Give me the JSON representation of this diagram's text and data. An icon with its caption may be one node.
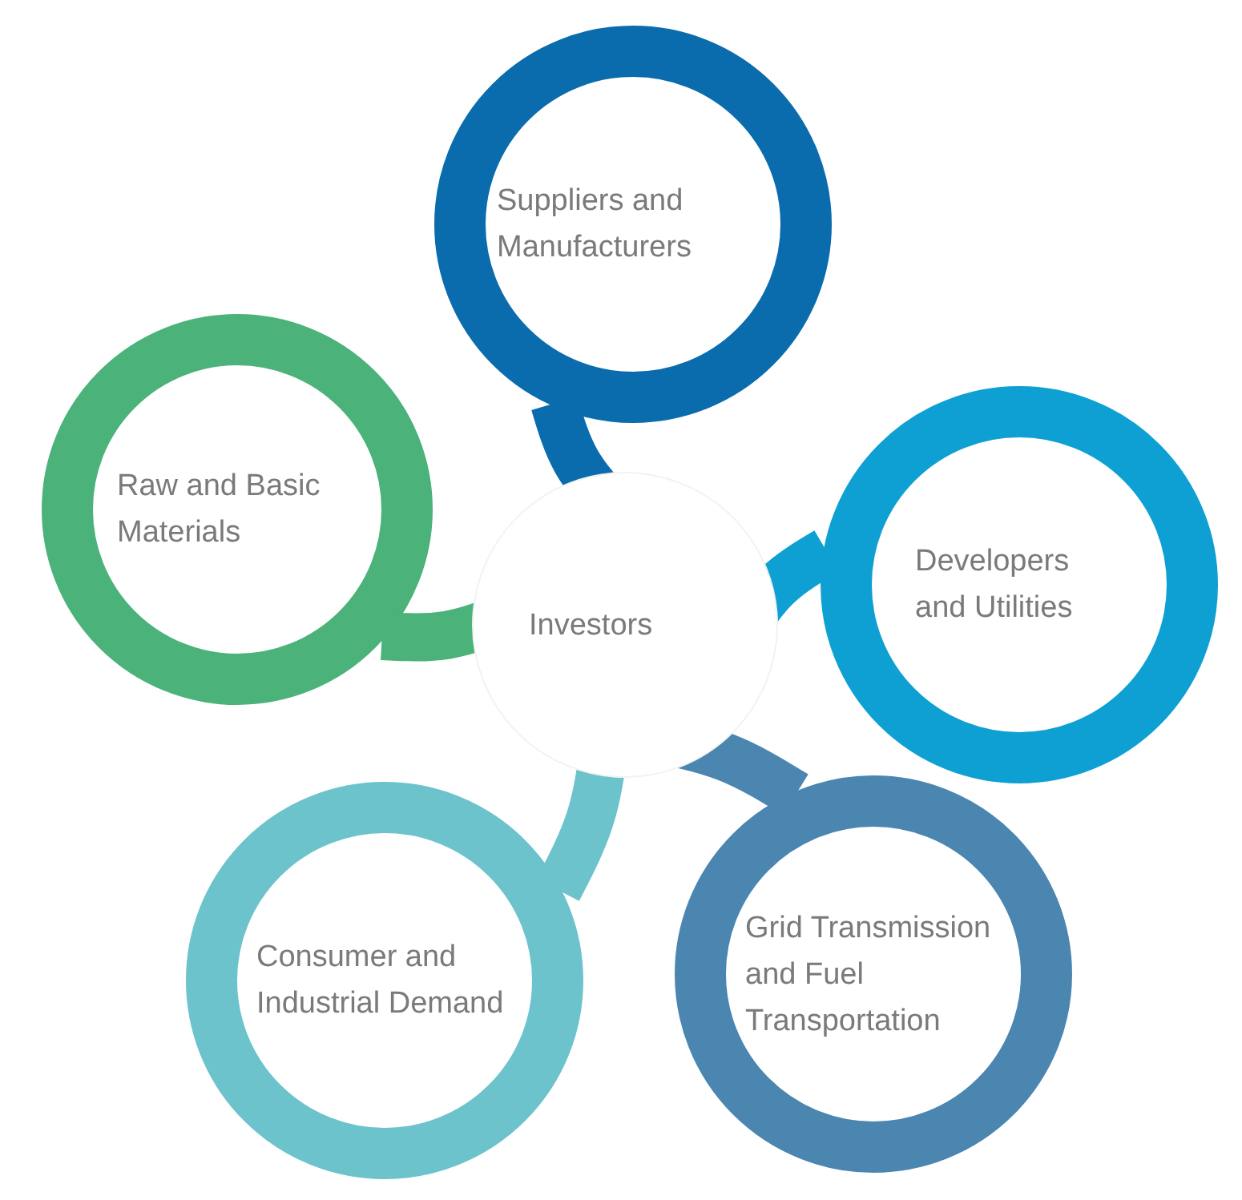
{
  "diagram": {
    "nodes": [
      {
        "text": [
          "Suppliers and Manufacturers"
        ]
      },
      {
        "text": [
          "Raw and Basic Materials"
        ]
      },
      {
        "text": [
          "Developers and Utilities"
        ]
      },
      {
        "text": [
          "Investors"
        ]
      },
      {
        "text": [
          "Consumer and Industrial Demand"
        ]
      },
      {
        "text": [
          "Grid Transmission and Fuel Transportation"
        ]
      }
    ],
    "edges": [
      {
        "from": 0,
        "to": 3,
        "arrow": "none",
        "color": "#0b6cad"
      },
      {
        "from": 1,
        "to": 3,
        "arrow": "none",
        "color": "#4bb27a"
      },
      {
        "from": 2,
        "to": 3,
        "arrow": "none",
        "color": "#0ea0d3"
      },
      {
        "from": 4,
        "to": 3,
        "arrow": "none",
        "color": "#6cc3cc"
      },
      {
        "from": 5,
        "to": 3,
        "arrow": "none",
        "color": "#4a86b0"
      }
    ]
  }
}
